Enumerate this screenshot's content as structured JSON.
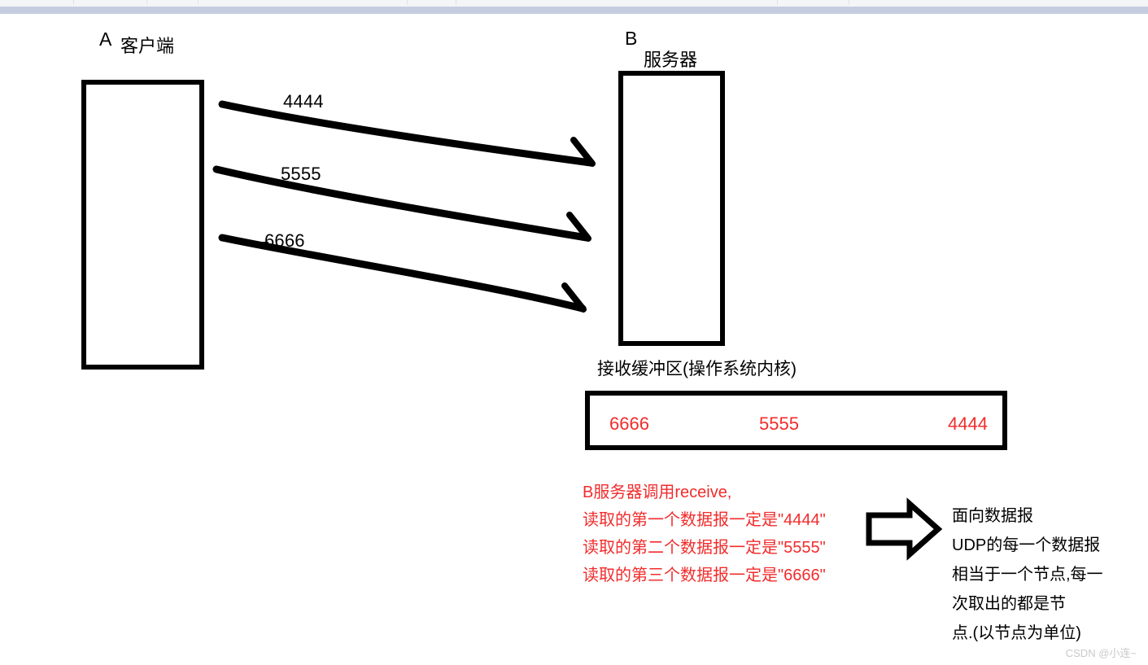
{
  "meta": {
    "background": "#ffffff",
    "ink": "#000000",
    "accent_red": "#f22c2c",
    "chrome_light": "#f4f5f7",
    "chrome_blue": "#c5cde0"
  },
  "client": {
    "tag": "A",
    "name": "客户端"
  },
  "server": {
    "tag": "B",
    "name": "服务器"
  },
  "packets": {
    "first": "4444",
    "second": "5555",
    "third": "6666"
  },
  "buffer": {
    "title": "接收缓冲区(操作系统内核)",
    "slots": [
      "6666",
      "5555",
      "4444"
    ]
  },
  "receive_note": {
    "lines": [
      "B服务器调用receive,",
      "读取的第一个数据报一定是\"4444\"",
      "读取的第二个数据报一定是\"5555\"",
      "读取的第三个数据报一定是\"6666\""
    ]
  },
  "datagram_note": {
    "lines": [
      "面向数据报",
      "UDP的每一个数据报",
      "相当于一个节点,每一",
      "次取出的都是节",
      "点.(以节点为单位)"
    ]
  },
  "watermark": {
    "text": "CSDN @小连~"
  }
}
